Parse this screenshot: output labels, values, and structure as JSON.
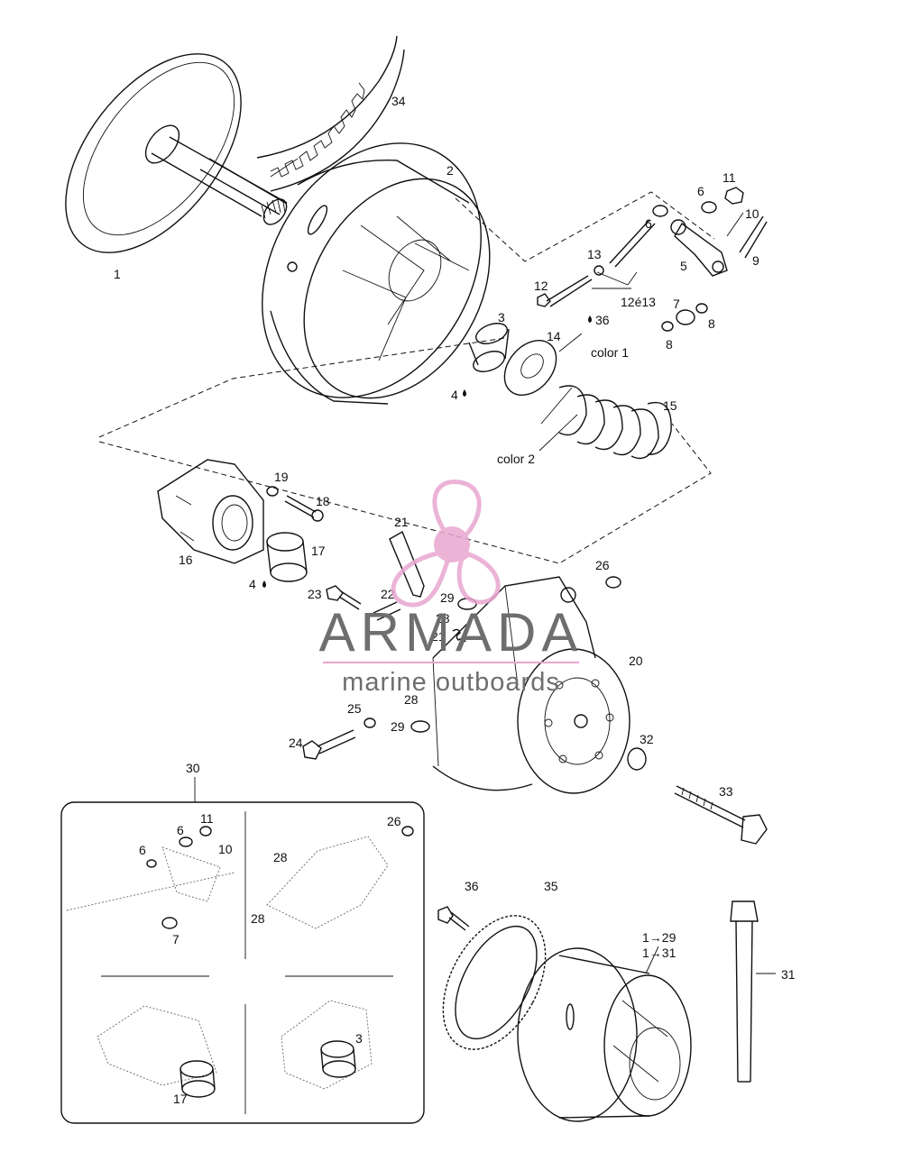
{
  "callouts": [
    {
      "id": "c1",
      "text": "1"
    },
    {
      "id": "c2",
      "text": "2"
    },
    {
      "id": "c3",
      "text": "3"
    },
    {
      "id": "c4a",
      "text": "4"
    },
    {
      "id": "c4b",
      "text": "4"
    },
    {
      "id": "c5",
      "text": "5"
    },
    {
      "id": "c6a",
      "text": "6"
    },
    {
      "id": "c6b",
      "text": "6"
    },
    {
      "id": "c7",
      "text": "7"
    },
    {
      "id": "c8a",
      "text": "8"
    },
    {
      "id": "c8b",
      "text": "8"
    },
    {
      "id": "c9",
      "text": "9"
    },
    {
      "id": "c10",
      "text": "10"
    },
    {
      "id": "c11",
      "text": "11"
    },
    {
      "id": "c12",
      "text": "12"
    },
    {
      "id": "c13",
      "text": "13"
    },
    {
      "id": "c12e13",
      "text": "12é13"
    },
    {
      "id": "c36a",
      "text": "36"
    },
    {
      "id": "c14",
      "text": "14"
    },
    {
      "id": "c15",
      "text": "15"
    },
    {
      "id": "ccolor1",
      "text": "color 1"
    },
    {
      "id": "ccolor2",
      "text": "color 2"
    },
    {
      "id": "c16",
      "text": "16"
    },
    {
      "id": "c17",
      "text": "17"
    },
    {
      "id": "c18",
      "text": "18"
    },
    {
      "id": "c19",
      "text": "19"
    },
    {
      "id": "c20",
      "text": "20"
    },
    {
      "id": "c21a",
      "text": "21"
    },
    {
      "id": "c21b",
      "text": "21"
    },
    {
      "id": "c22",
      "text": "22"
    },
    {
      "id": "c23",
      "text": "23"
    },
    {
      "id": "c24",
      "text": "24"
    },
    {
      "id": "c25",
      "text": "25"
    },
    {
      "id": "c26",
      "text": "26"
    },
    {
      "id": "c28a",
      "text": "28"
    },
    {
      "id": "c28b",
      "text": "28"
    },
    {
      "id": "c29a",
      "text": "29"
    },
    {
      "id": "c29b",
      "text": "29"
    },
    {
      "id": "c30",
      "text": "30"
    },
    {
      "id": "c31",
      "text": "31"
    },
    {
      "id": "c32",
      "text": "32"
    },
    {
      "id": "c33",
      "text": "33"
    },
    {
      "id": "c34",
      "text": "34"
    },
    {
      "id": "c35",
      "text": "35"
    },
    {
      "id": "c36b",
      "text": "36"
    },
    {
      "id": "c1to29",
      "text": "1→29"
    },
    {
      "id": "c1to31",
      "text": "1→31"
    },
    {
      "id": "k6a",
      "text": "6"
    },
    {
      "id": "k6b",
      "text": "6"
    },
    {
      "id": "k11",
      "text": "11"
    },
    {
      "id": "k10",
      "text": "10"
    },
    {
      "id": "k7",
      "text": "7"
    },
    {
      "id": "k26",
      "text": "26"
    },
    {
      "id": "k28a",
      "text": "28"
    },
    {
      "id": "k28b",
      "text": "28"
    },
    {
      "id": "k17",
      "text": "17"
    },
    {
      "id": "k3",
      "text": "3"
    }
  ],
  "watermark": {
    "brand": "ARMADA",
    "tagline": "marine outboards",
    "logo_color": "#e8a6cf",
    "text_color": "#6e6e6e"
  }
}
